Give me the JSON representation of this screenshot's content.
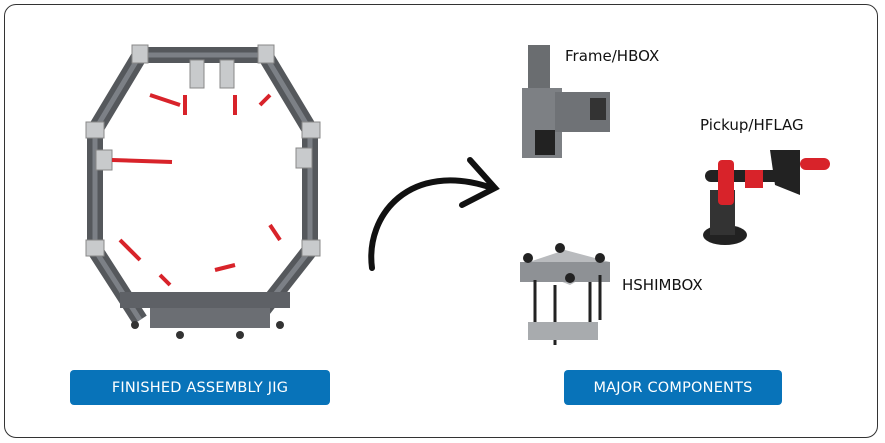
{
  "left_panel": {
    "caption": "FINISHED ASSEMBLY JIG"
  },
  "right_panel": {
    "caption": "MAJOR COMPONENTS",
    "components": [
      {
        "label": "Frame/HBOX"
      },
      {
        "label": "Pickup/HFLAG"
      },
      {
        "label": "HSHIMBOX"
      }
    ]
  },
  "colors": {
    "button": "#0873b9",
    "beam": "#55585c",
    "clamp": "#d8232a"
  }
}
